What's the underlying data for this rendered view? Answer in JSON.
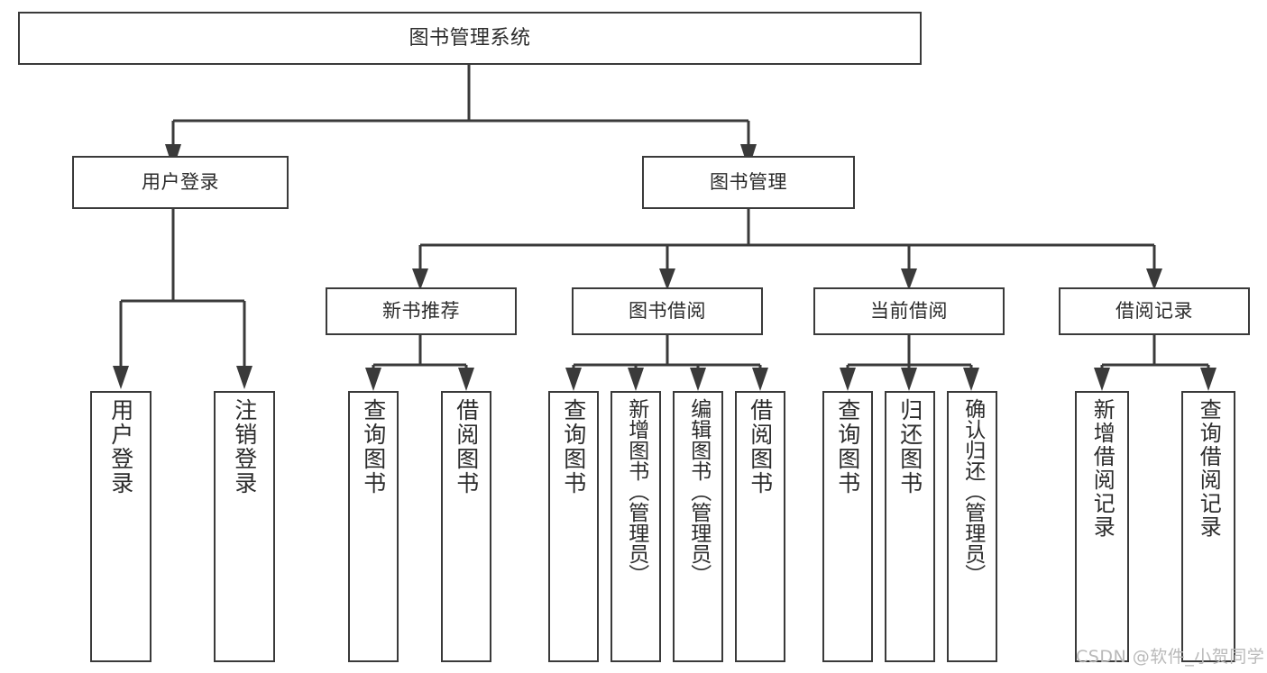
{
  "diagram": {
    "title": "图书管理系统",
    "type": "tree-hierarchy",
    "nodes": {
      "root": {
        "label": "图书管理系统"
      },
      "level2": [
        {
          "id": "user-login",
          "label": "用户登录"
        },
        {
          "id": "book-manage",
          "label": "图书管理"
        }
      ],
      "level3": [
        {
          "id": "new-book-recommend",
          "label": "新书推荐"
        },
        {
          "id": "book-borrow",
          "label": "图书借阅"
        },
        {
          "id": "current-borrow",
          "label": "当前借阅"
        },
        {
          "id": "borrow-record",
          "label": "借阅记录"
        }
      ],
      "leaves": {
        "user-login": [
          {
            "id": "leaf-user-login",
            "label": "用户登录"
          },
          {
            "id": "leaf-logout-login",
            "label": "注销登录"
          }
        ],
        "new-book-recommend": [
          {
            "id": "leaf-query-book-1",
            "label": "查询图书"
          },
          {
            "id": "leaf-borrow-book-1",
            "label": "借阅图书"
          }
        ],
        "book-borrow": [
          {
            "id": "leaf-query-book-2",
            "label": "查询图书"
          },
          {
            "id": "leaf-add-book",
            "label": "新增图书（管理员）"
          },
          {
            "id": "leaf-edit-book",
            "label": "编辑图书（管理员）"
          },
          {
            "id": "leaf-borrow-book-2",
            "label": "借阅图书"
          }
        ],
        "current-borrow": [
          {
            "id": "leaf-query-book-3",
            "label": "查询图书"
          },
          {
            "id": "leaf-return-book",
            "label": "归还图书"
          },
          {
            "id": "leaf-confirm-return",
            "label": "确认归还（管理员）"
          }
        ],
        "borrow-record": [
          {
            "id": "leaf-add-record",
            "label": "新增借阅记录"
          },
          {
            "id": "leaf-query-record",
            "label": "查询借阅记录"
          }
        ]
      }
    },
    "watermark": "CSDN @软件_小贺同学",
    "colors": {
      "stroke": "#3a3a3a",
      "text": "#2b2b2b",
      "background": "#ffffff",
      "watermark": "#b9b9b9"
    }
  }
}
